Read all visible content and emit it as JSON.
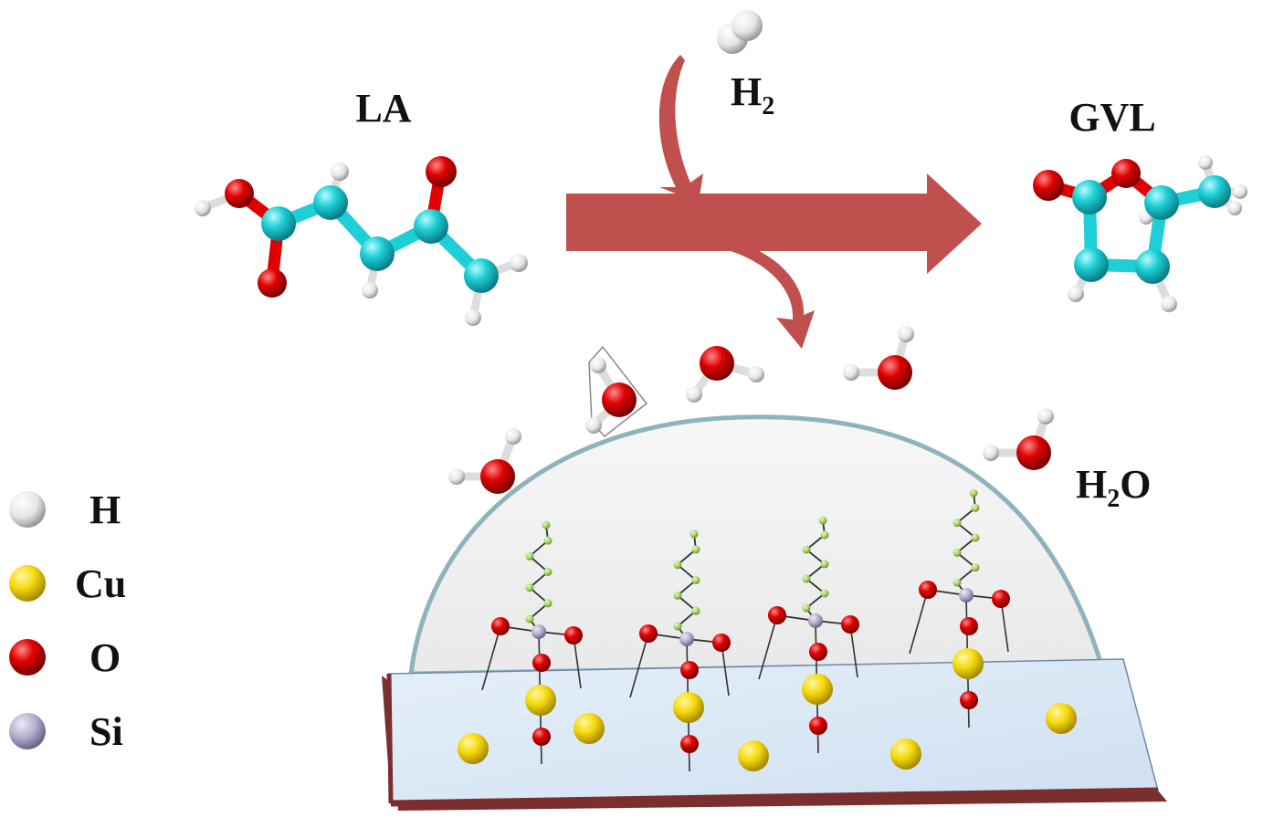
{
  "labels": {
    "reactant": "LA",
    "product": "GVL",
    "h2_main": "H",
    "h2_sub": "2",
    "water_main": "H",
    "water_sub": "2",
    "water_tail": "O"
  },
  "legend": [
    {
      "symbol": "H",
      "icon": "hydrogen-atom-icon",
      "color": "#f2f2f2"
    },
    {
      "symbol": "Cu",
      "icon": "copper-atom-icon",
      "color": "#f5d90a"
    },
    {
      "symbol": "O",
      "icon": "oxygen-atom-icon",
      "color": "#e00000"
    },
    {
      "symbol": "Si",
      "icon": "silicon-atom-icon",
      "color": "#b4accb"
    }
  ],
  "colors": {
    "arrow": "#c0504d",
    "carbon": "#1ecfd6",
    "oxygen": "#e00000",
    "hydrogen": "#f2f2f2",
    "copper": "#f5d90a",
    "silicon": "#a79cc0",
    "chain": "#a8d26a",
    "dome_fill": "#f0f0f0",
    "dome_edge": "#8fb3bd",
    "support_top": "#dbe9f7",
    "support_edge": "#7a2e2e"
  }
}
